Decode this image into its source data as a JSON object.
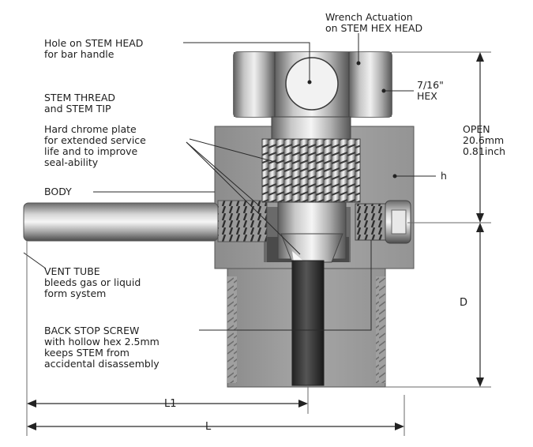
{
  "labels": {
    "wrench_actuation": [
      "Wrench Actuation",
      "on STEM HEX HEAD"
    ],
    "hole_on_stem_head": [
      "Hole on STEM HEAD",
      "for bar handle"
    ],
    "stem_thread": [
      "STEM THREAD",
      "and STEM TIP"
    ],
    "hard_chrome": [
      "Hard chrome plate",
      "for extended service",
      "life and to improve",
      "seal-ability"
    ],
    "body": [
      "BODY"
    ],
    "vent_tube": [
      "VENT TUBE",
      "bleeds gas or liquid",
      "form system"
    ],
    "back_stop_screw": [
      "BACK STOP SCREW",
      "with hollow hex 2.5mm",
      "keeps STEM from",
      "accidental disassembly"
    ],
    "hex_size": [
      "7/16\"",
      "HEX"
    ],
    "open": [
      "OPEN",
      "20.6mm",
      "0.81inch"
    ],
    "h": [
      "h"
    ]
  },
  "dimensions": {
    "d": "D",
    "l1": "L1",
    "l": "L"
  },
  "colors": {
    "metal_light": "#f0f0f0",
    "metal_mid": "#b4b4b4",
    "metal_dark": "#5a5a5a",
    "body_gray": "#9a9a9a",
    "tube_dark": "#3c3c3c",
    "line": "#1e1e1e"
  }
}
